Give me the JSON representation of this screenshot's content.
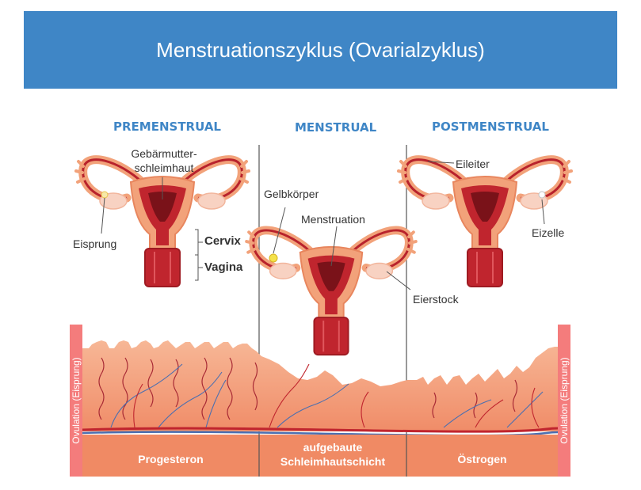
{
  "title": "Menstruationszyklus (Ovarialzyklus)",
  "phases": [
    "PREMENSTRUAL",
    "MENSTRUAL",
    "POSTMENSTRUAL"
  ],
  "labels": {
    "gebaermutter_line1": "Gebärmutter-",
    "gebaermutter_line2": "schleimhaut",
    "eisprung": "Eisprung",
    "cervix": "Cervix",
    "vagina": "Vagina",
    "gelbkoerper": "Gelbkörper",
    "menstruation": "Menstruation",
    "eierstock": "Eierstock",
    "eileiter": "Eileiter",
    "eizelle": "Eizelle"
  },
  "band": {
    "progesteron": "Progesteron",
    "aufgebaute_line1": "aufgebaute",
    "aufgebaute_line2": "Schleimhautschicht",
    "oestrogen": "Östrogen"
  },
  "side_label": "Ovulation (Eisprung)",
  "colors": {
    "banner": "#3f86c6",
    "phase_text": "#3f86c6",
    "tissue": "#f4a07e",
    "tissue_dark": "#f08a62",
    "band": "#f08a64",
    "ovulation_bar": "#f47c7c",
    "uterus_outer": "#f2a27a",
    "uterus_inner": "#c0252e"
  }
}
